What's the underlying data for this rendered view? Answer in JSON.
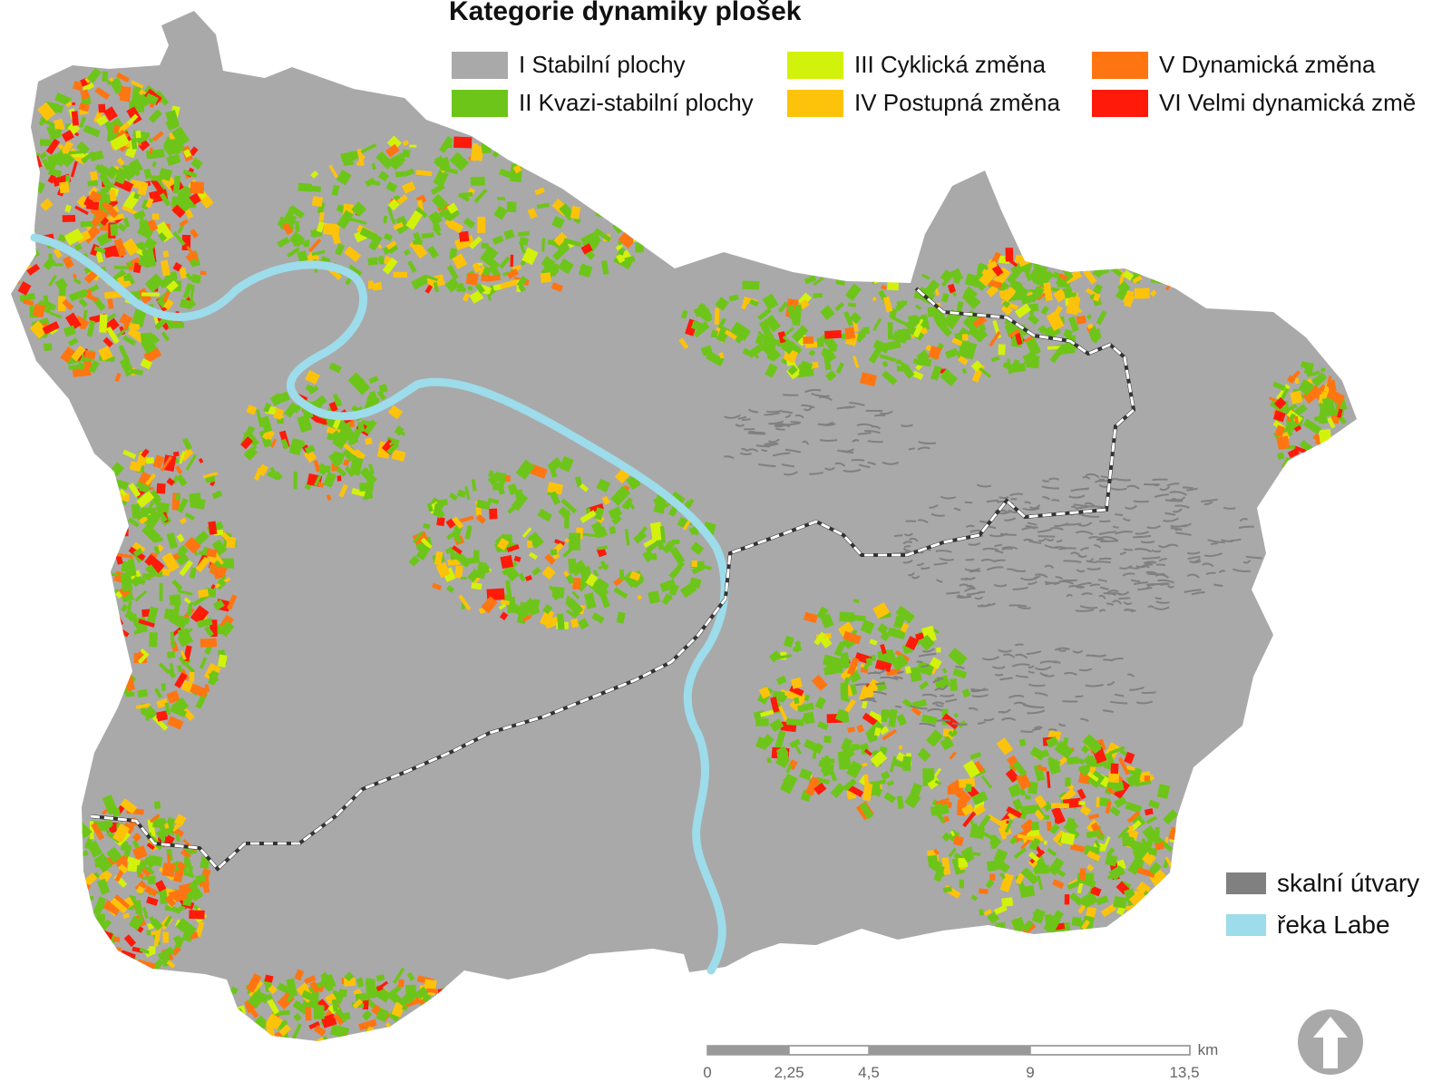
{
  "title": "Kategorie dynamiky plošek",
  "legend": {
    "categories": [
      {
        "label": "I Stabilní plochy",
        "color": "#a9a9a9"
      },
      {
        "label": "II Kvazi-stabilní plochy",
        "color": "#6ec519"
      },
      {
        "label": "III Cyklická změna",
        "color": "#d3f20b"
      },
      {
        "label": "IV Postupná změna",
        "color": "#fdc30a"
      },
      {
        "label": "V Dynamická změna",
        "color": "#ff7512"
      },
      {
        "label": "VI Velmi dynamická změ",
        "color": "#ff1a0a"
      }
    ],
    "other": [
      {
        "label": "skalní útvary",
        "color": "#808080"
      },
      {
        "label": "řeka Labe",
        "color": "#9ddcea"
      }
    ]
  },
  "scale_bar": {
    "unit": "km",
    "ticks": [
      "0",
      "2,25",
      "4,5",
      "9",
      "13,5"
    ]
  },
  "colors": {
    "region": "#a9a9a9",
    "rock": "#808080",
    "river": "#9ddcea",
    "border": "#ffffff"
  },
  "icons": {
    "north_arrow": "north-arrow-icon"
  }
}
